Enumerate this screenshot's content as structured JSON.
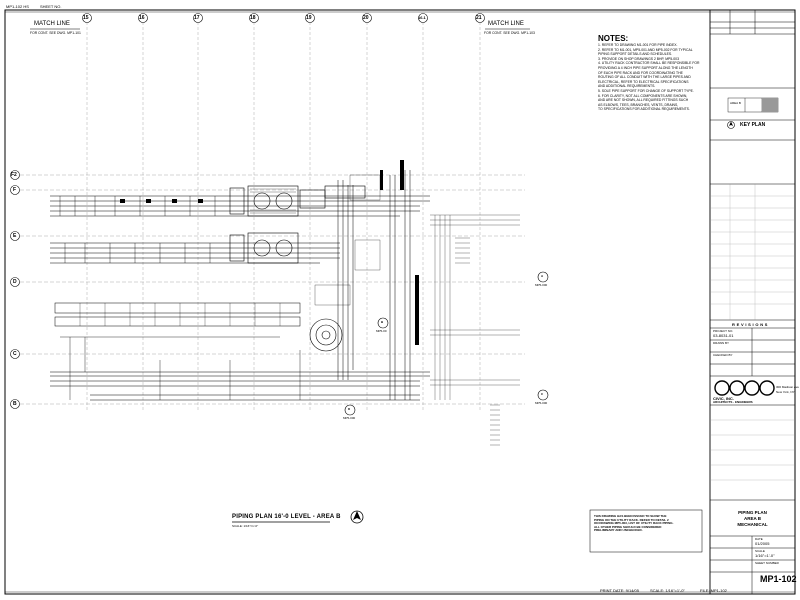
{
  "header": {
    "top_left_a": "MP1-102 HS",
    "top_left_b": "SHEET NO."
  },
  "match_lines": [
    {
      "title": "MATCH LINE",
      "sub": "FOR CONT. SEE DWG. MP1-101"
    },
    {
      "title": "MATCH LINE",
      "sub": "FOR CONT. SEE DWG. MP1-103"
    }
  ],
  "column_grid": [
    "15",
    "16",
    "17",
    "18",
    "19",
    "20",
    "16.1",
    "21"
  ],
  "row_grid": [
    "F2",
    "F",
    "E",
    "D",
    "C",
    "B"
  ],
  "notes": {
    "title": "NOTES:",
    "lines": [
      "1.  REFER TO DRAWING M1-001 FOR PIPE INDEX.",
      "2.  REFER TO M1-001, MP5-001 AND MP5-002 FOR TYPICAL",
      "     PIPING SUPPORT DETAILS AND SCHEDULES.",
      "3.  PROVIDE ON SHOP DRAWINGS 2 BHP, MP5-003",
      "4.  UTILITY RACK CONTRACTOR SHALL BE RESPONSIBLE FOR",
      "     PROVIDING A 4 INCH PIPE SUPPORT ALONG THE LENGTH",
      "     OF EACH PIPE RACK AND FOR COORDINATING THE",
      "     ROUTING OF ALL CONDUIT WITH THE LARGE PIPES AND",
      "     ELECTRICAL, REFER TO ELECTRICAL SPECIFICATIONS",
      "     AND ADDITIONAL REQUIREMENTS.",
      "5.  SOLE PIPE SUPPORT FOR CHANGE OF SUPPORT TYPE.",
      "6.  FOR CLARITY, NOT ALL COMPONENTS ARE SHOWN,",
      "     AND ARE NOT SHOWN, ALL REQUIRED FITTINGS SUCH",
      "     AS ELBOWS, TEES, BRANCHES, VENTS, DRAINS,",
      "     TO SPECIFICATIONS FOR ADDITIONAL REQUIREMENTS."
    ]
  },
  "plan_title": "PIPING PLAN 16'-0 LEVEL - AREA B",
  "plan_scale": "SCALE: 1/16\"=1'-0\"",
  "disclaimer": [
    "THIS DRAWING HAS BEEN ISSUED TO SHOW THE",
    "PIPING ON THE UTILITY RACK. REFER TO DETAIL 2",
    "ON DRAWING MP5-003, LIST OF UTILITY RACK PIPING.",
    "ALL OTHER PIPING SHOULD BE CONSIDERED",
    "PRELIMINARY AND UNCHECKED."
  ],
  "section_markers": [
    {
      "id": "A",
      "sheet": "MP5-000"
    },
    {
      "id": "B",
      "sheet": "MP5-00"
    },
    {
      "id": "C",
      "sheet": "MP5-000"
    },
    {
      "id": "D",
      "sheet": "MP5-000"
    }
  ],
  "title_block": {
    "key_plan": "KEY PLAN",
    "area_label": "AREA B",
    "revisions": "R E V I S I O N S",
    "project_no": "03-8031-01",
    "firm_name": "CIVIC, INC.",
    "firm_sub": "ARCHITECTS · ENGINEERS",
    "firm_address_1": "300 Madison Ave",
    "firm_address_2": "New York, NY",
    "drawing_title_1": "PIPING PLAN",
    "drawing_title_2": "AREA B",
    "drawing_title_3": "MECHANICAL",
    "date": "01/2005",
    "scale": "1/16\"=1'-0\"",
    "sheet_number": "MP1-102",
    "label_project": "PROJECT NO.",
    "label_date": "DATE",
    "label_scale": "SCALE",
    "label_sheet": "SHEET NUMBER",
    "label_drawn": "DRAWN BY",
    "label_checked": "CHECKED BY"
  },
  "footer": {
    "left": "PRINT DATE: 9/14/05",
    "mid": "SCALE: 1/16\"=1'-0\"",
    "right": "FILE: MP1-102"
  }
}
